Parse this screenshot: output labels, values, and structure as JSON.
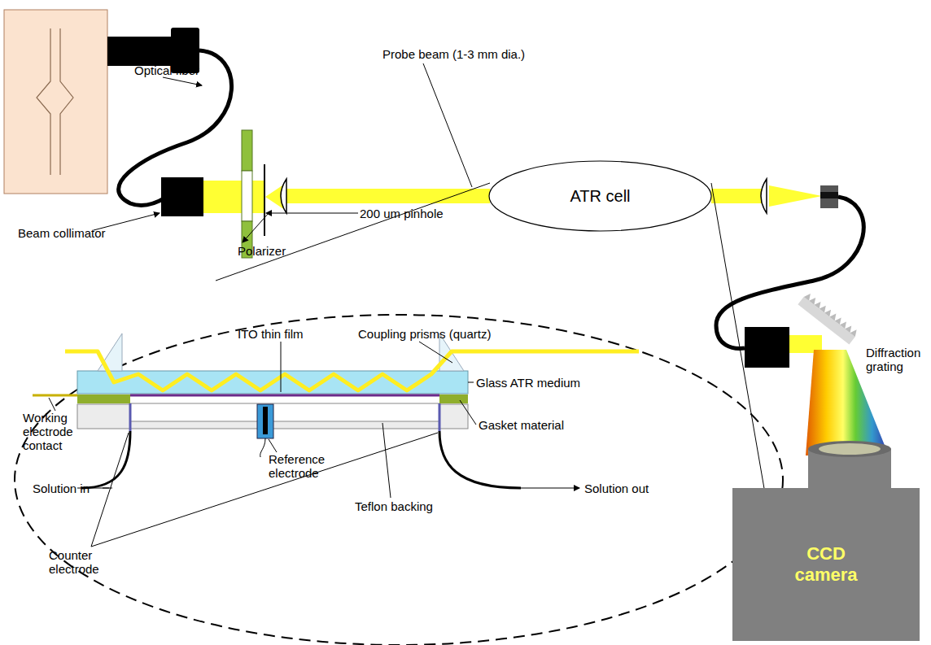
{
  "diagram": {
    "nodes": [
      {
        "text": [
          "ATR cell"
        ]
      },
      {
        "text": [
          "CCD camera"
        ]
      }
    ],
    "labels": [
      "Optical fiber",
      "Probe beam (1-3 mm dia.)",
      "Polarizer",
      "200 um pinhole",
      "Beam collimator",
      "Diffraction grating",
      "ITO thin film",
      "Coupling prisms (quartz)",
      "Glass ATR medium",
      "Working electrode contact",
      "Gasket material",
      "Reference electrode",
      "Solution in",
      "Solution out",
      "Teflon backing",
      "Counter electrode"
    ]
  }
}
